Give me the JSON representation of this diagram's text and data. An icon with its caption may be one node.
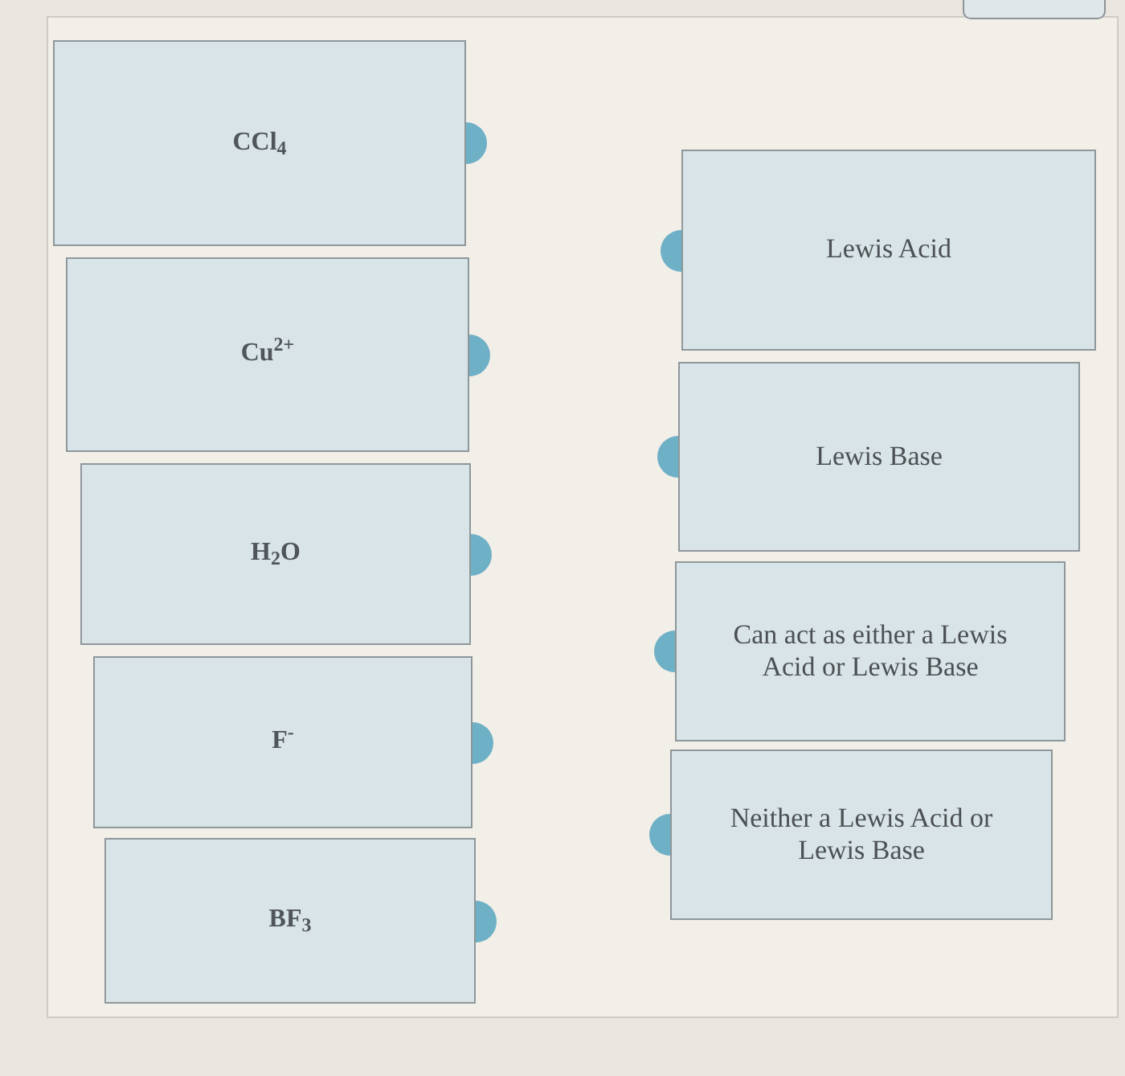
{
  "diagram": {
    "nodes": [
      {
        "text": [
          "CCl$_{4}$"
        ]
      },
      {
        "text": [
          "Cu$^{2+}$"
        ]
      },
      {
        "text": [
          "H$_{2}$O"
        ]
      },
      {
        "text": [
          "F$^{-}$"
        ]
      },
      {
        "text": [
          "BF$_{3}$"
        ]
      },
      {
        "text": [
          "Lewis Acid"
        ]
      },
      {
        "text": [
          "Lewis Base"
        ]
      },
      {
        "text": [
          "Can act as either a Lewis Acid or Lewis Base"
        ]
      },
      {
        "text": [
          "Neither a Lewis Acid or Lewis Base"
        ]
      }
    ]
  }
}
